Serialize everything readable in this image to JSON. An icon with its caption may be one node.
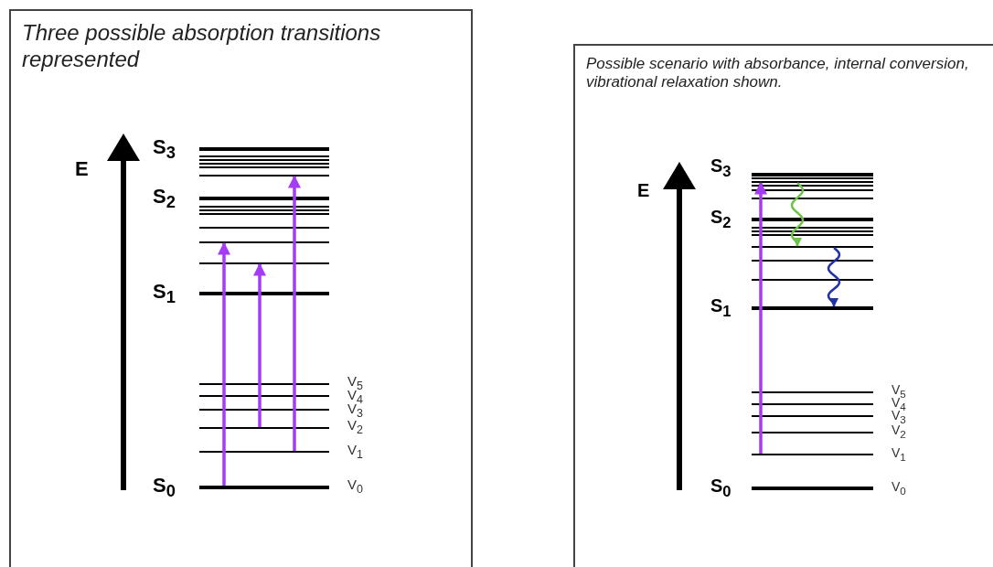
{
  "diagram": {
    "nodes": [
      {
        "text": [
          "Three possible absorption transitions represented"
        ]
      },
      {
        "text": [],
        "shape": "bar",
        "in": 0
      },
      {
        "text": [],
        "shape": "bar",
        "in": 0
      },
      {
        "text": [],
        "shape": "bar",
        "in": 0
      },
      {
        "text": [],
        "shape": "bar",
        "in": 0
      },
      {
        "text": [],
        "shape": "bar",
        "in": 0
      },
      {
        "text": [],
        "shape": "bar",
        "in": 0
      },
      {
        "text": [
          "Possible scenario with absorbance, internal conversion, vibrational relaxation shown."
        ]
      },
      {
        "text": [],
        "shape": "bar",
        "in": 7
      },
      {
        "text": [],
        "shape": "bar",
        "in": 7
      },
      {
        "text": [],
        "shape": "bar",
        "in": 7
      },
      {
        "text": [],
        "shape": "bar",
        "in": 7
      }
    ],
    "edges": [
      {
        "from": 6,
        "to": 2,
        "arrow": "to"
      },
      {
        "from": 4,
        "to": 3,
        "arrow": "to"
      },
      {
        "from": 5,
        "to": 1,
        "arrow": "to"
      },
      {
        "from": 11,
        "to": 8,
        "arrow": "to"
      },
      {
        "from": 8,
        "to": 9,
        "arrow": "to",
        "color": "#6cc24a"
      },
      {
        "from": 9,
        "to": 10,
        "arrow": "to",
        "color": "#2233aa"
      }
    ],
    "labels": [
      "E",
      "S$_{3}$",
      "S$_{2}$",
      "S$_{1}$",
      "S$_{0}$",
      "V$_{5}$",
      "V$_{4}$",
      "V$_{3}$",
      "V$_{2}$",
      "V$_{1}$",
      "V$_{0}$",
      "E",
      "S$_{3}$",
      "S$_{2}$",
      "S$_{1}$",
      "S$_{0}$",
      "V$_{5}$",
      "V$_{4}$",
      "V$_{3}$",
      "V$_{2}$",
      "V$_{1}$",
      "V$_{0}$"
    ]
  }
}
